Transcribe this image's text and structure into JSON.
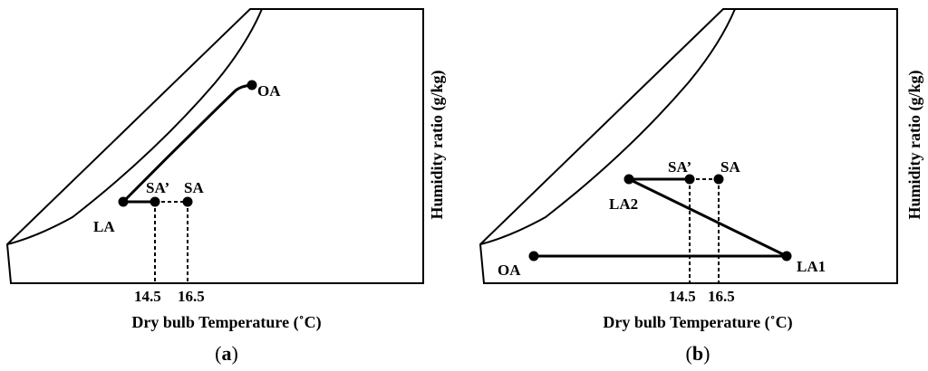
{
  "panel_a": {
    "points": {
      "oa": "OA",
      "la": "LA",
      "sa_prime": "SA’",
      "sa": "SA"
    },
    "ticks": {
      "t1": "14.5",
      "t2": "16.5"
    },
    "xlabel": "Dry bulb Temperature (˚C)",
    "ylabel": "Humidity ratio (g/kg)",
    "caption": {
      "open": "(",
      "letter": "a",
      "close": ")"
    }
  },
  "panel_b": {
    "points": {
      "oa": "OA",
      "la1": "LA1",
      "la2": "LA2",
      "sa_prime": "SA’",
      "sa": "SA"
    },
    "ticks": {
      "t1": "14.5",
      "t2": "16.5"
    },
    "xlabel": "Dry bulb Temperature (˚C)",
    "ylabel": "Humidity ratio (g/kg)",
    "caption": {
      "open": "(",
      "letter": "b",
      "close": ")"
    }
  }
}
